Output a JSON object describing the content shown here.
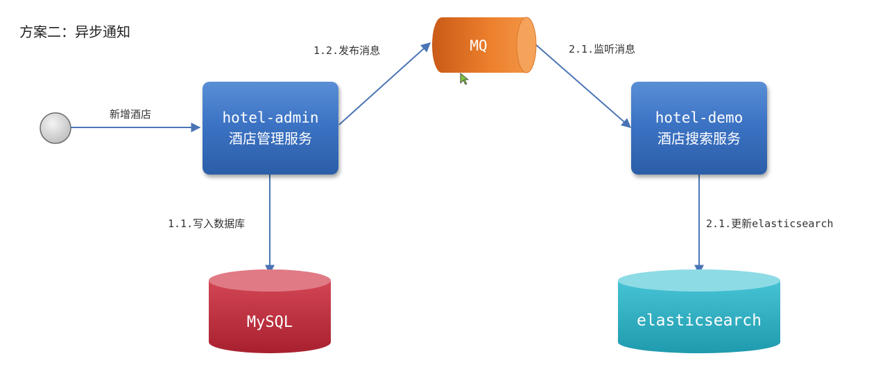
{
  "title": "方案二：异步通知",
  "nodes": {
    "admin": {
      "name": "hotel-admin",
      "desc": "酒店管理服务"
    },
    "demo": {
      "name": "hotel-demo",
      "desc": "酒店搜索服务"
    },
    "mq": {
      "label": "MQ"
    },
    "mysql": {
      "label": "MySQL"
    },
    "es": {
      "label": "elasticsearch"
    }
  },
  "edges": {
    "add_hotel": "新增酒店",
    "write_db": "1.1.写入数据库",
    "publish": "1.2.发布消息",
    "listen": "2.1.监听消息",
    "update_es": "2.1.更新elasticsearch"
  },
  "colors": {
    "service_box": "#3c73c4",
    "mq": "#e8782a",
    "mysql": "#c0303e",
    "elasticsearch": "#2fb3c6",
    "arrow": "#4a74b5"
  }
}
